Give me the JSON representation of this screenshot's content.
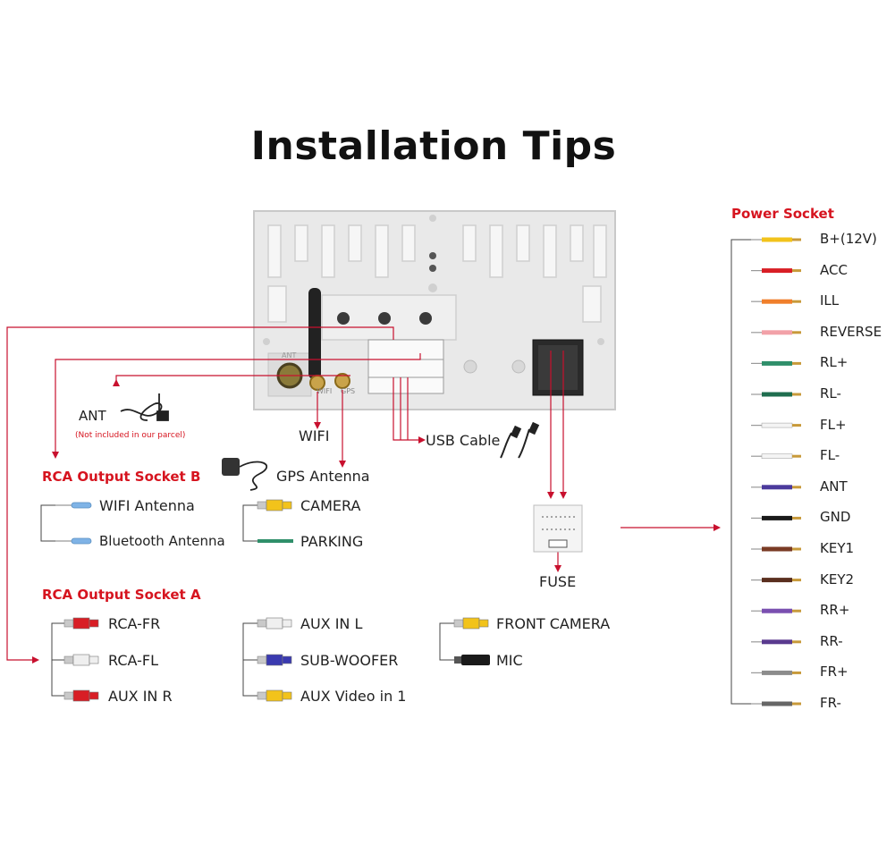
{
  "title": "Installation Tips",
  "colors": {
    "accent": "#d6141f",
    "wire_line": "#c8102e",
    "panel": "#e9e9e9"
  },
  "unit_labels": {
    "ant": "ANT",
    "ant_note": "(Not included in our parcel)",
    "wifi": "WIFI",
    "gps_antenna": "GPS Antenna",
    "usb_cable": "USB Cable",
    "fuse": "FUSE",
    "panel_ant": "ANT",
    "panel_wifi": "WIFI",
    "panel_gps": "GPS"
  },
  "rca_b": {
    "heading": "RCA Output Socket B",
    "items": [
      {
        "label": "WIFI Antenna",
        "plug": "blue-antenna"
      },
      {
        "label": "Bluetooth Antenna",
        "plug": "blue-antenna"
      }
    ],
    "camera_items": [
      {
        "label": "CAMERA",
        "plug": "yellow-rca"
      },
      {
        "label": "PARKING",
        "plug": "green-wire"
      }
    ]
  },
  "rca_a": {
    "heading": "RCA Output Socket A",
    "col1": [
      {
        "label": "RCA-FR",
        "plug": "red-rca"
      },
      {
        "label": "RCA-FL",
        "plug": "white-rca"
      },
      {
        "label": "AUX IN R",
        "plug": "red-rca"
      }
    ],
    "col2": [
      {
        "label": "AUX IN L",
        "plug": "white-rca"
      },
      {
        "label": "SUB-WOOFER",
        "plug": "blue-rca"
      },
      {
        "label": "AUX Video in 1",
        "plug": "yellow-rca"
      }
    ],
    "col3": [
      {
        "label": "FRONT CAMERA",
        "plug": "yellow-rca"
      },
      {
        "label": "MIC",
        "plug": "black-jack"
      }
    ]
  },
  "power": {
    "heading": "Power Socket",
    "wires": [
      {
        "label": "B+(12V)",
        "color": "#f2c31b"
      },
      {
        "label": "ACC",
        "color": "#d81e25"
      },
      {
        "label": "ILL",
        "color": "#f07f2b"
      },
      {
        "label": "REVERSE",
        "color": "#f2a1a8"
      },
      {
        "label": "RL+",
        "color": "#2f8f6a"
      },
      {
        "label": "RL-",
        "color": "#1f6e4f"
      },
      {
        "label": "FL+",
        "color": "#f4f4f4"
      },
      {
        "label": "FL-",
        "color": "#f4f4f4"
      },
      {
        "label": "ANT",
        "color": "#4b3a9c"
      },
      {
        "label": "GND",
        "color": "#1a1a1a"
      },
      {
        "label": "KEY1",
        "color": "#7a3b25"
      },
      {
        "label": "KEY2",
        "color": "#5a2f1f"
      },
      {
        "label": "RR+",
        "color": "#7a4fb0"
      },
      {
        "label": "RR-",
        "color": "#5a3a8f"
      },
      {
        "label": "FR+",
        "color": "#8c8c8c"
      },
      {
        "label": "FR-",
        "color": "#666666"
      }
    ]
  }
}
